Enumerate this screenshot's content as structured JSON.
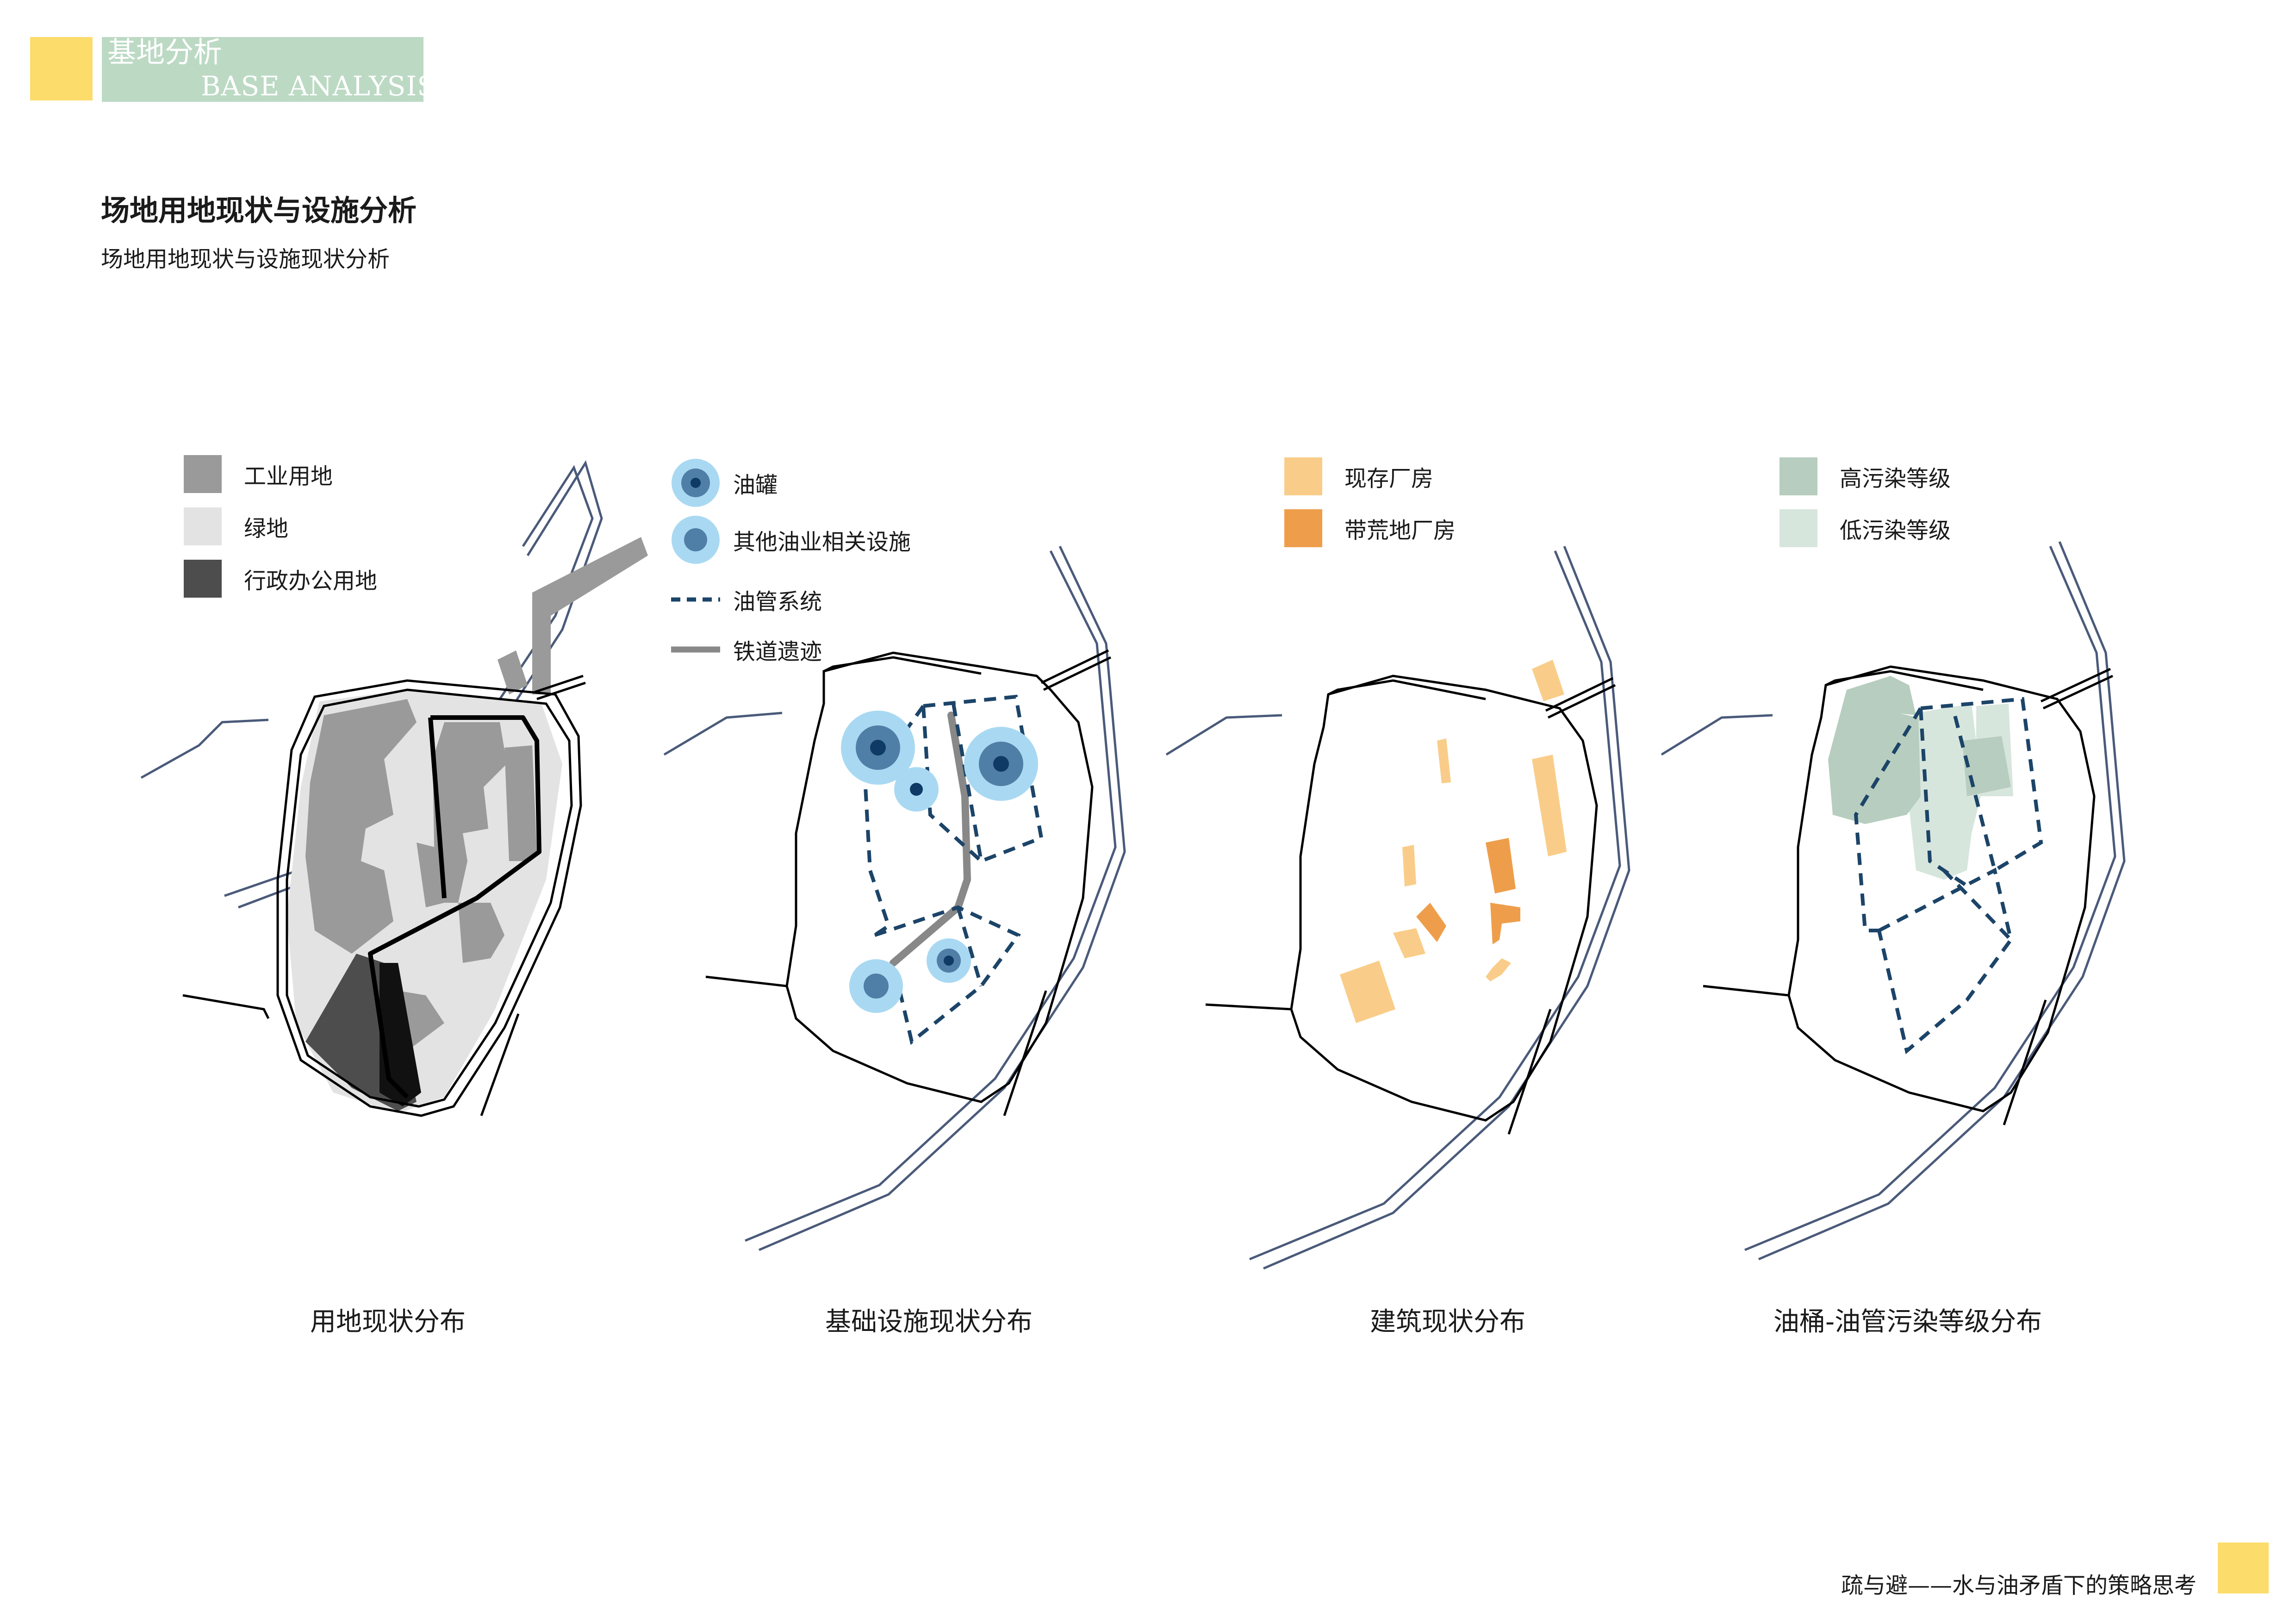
{
  "header": {
    "title_cn": "基地分析",
    "title_en": "BASE ANALYSIS"
  },
  "title": "场地用地现状与设施分析",
  "subtitle": "场地用地现状与设施现状分析",
  "panels": [
    {
      "caption": "用地现状分布",
      "legend": [
        {
          "label": "工业用地",
          "color": "#9a9a9a"
        },
        {
          "label": "绿地",
          "color": "#e3e3e3"
        },
        {
          "label": "行政办公用地",
          "color": "#4d4d4d"
        }
      ]
    },
    {
      "caption": "基础设施现状分布",
      "legend": [
        {
          "label": "油罐",
          "icon": "oil-tank-icon"
        },
        {
          "label": "其他油业相关设施",
          "icon": "oil-facility-icon"
        },
        {
          "label": "油管系统",
          "icon": "dashed-line-icon"
        },
        {
          "label": "铁道遗迹",
          "icon": "solid-line-icon"
        }
      ]
    },
    {
      "caption": "建筑现状分布",
      "legend": [
        {
          "label": "现存厂房",
          "color": "#f9cd89"
        },
        {
          "label": "带荒地厂房",
          "color": "#ee9e4a"
        }
      ]
    },
    {
      "caption": "油桶-油管污染等级分布",
      "legend": [
        {
          "label": "高污染等级",
          "color": "#b7cdbf"
        },
        {
          "label": "低污染等级",
          "color": "#d7e6dd"
        }
      ]
    }
  ],
  "footer": "疏与避——水与油矛盾下的策略思考",
  "colors": {
    "accent_yellow": "#fcdc6b",
    "header_green": "#bcd9c4",
    "road": "#4a5a7a",
    "pipe": "#1c4468",
    "tank_outer": "#a9d9f2",
    "tank_mid": "#4f7ea6",
    "tank_core": "#0f3a66",
    "rail": "#888888"
  }
}
